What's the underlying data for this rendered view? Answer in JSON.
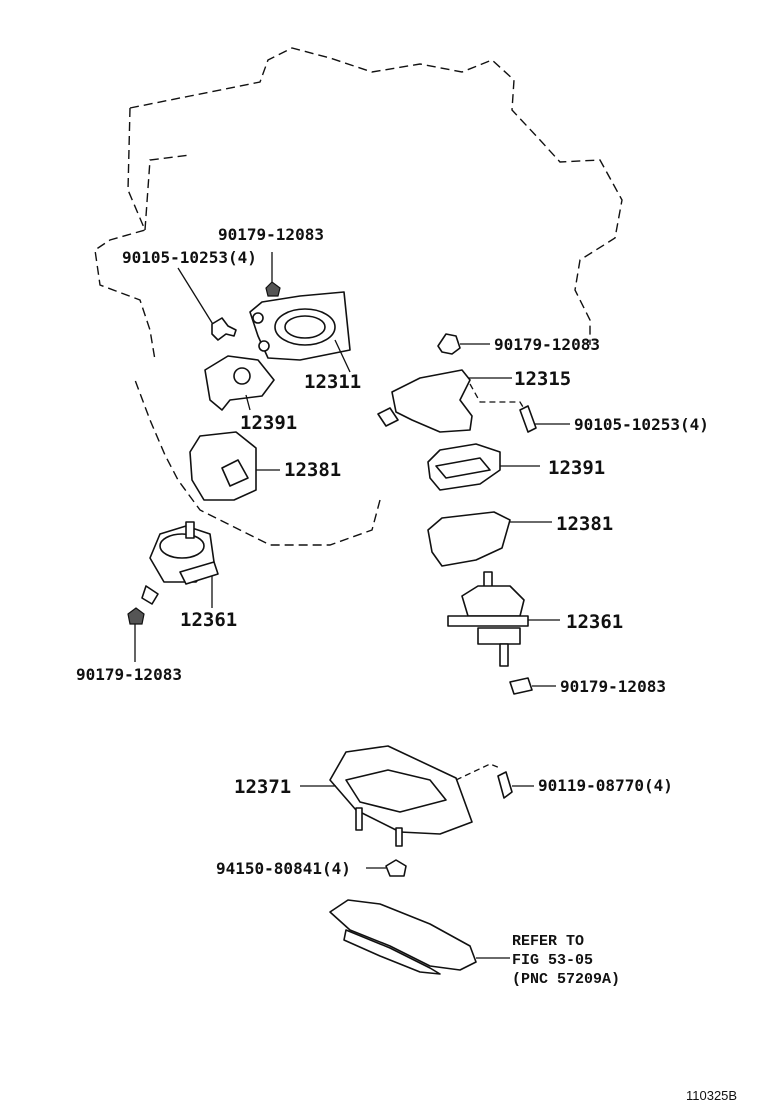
{
  "labels": {
    "p_90179_top": "90179-12083",
    "p_90105_left": "90105-10253(4)",
    "p_12311": "12311",
    "p_12391_left": "12391",
    "p_12381_left": "12381",
    "p_12361_left": "12361",
    "p_90179_left": "90179-12083",
    "p_90179_right": "90179-12083",
    "p_12315": "12315",
    "p_90105_right": "90105-10253(4)",
    "p_12391_right": "12391",
    "p_12381_right": "12381",
    "p_12361_right": "12361",
    "p_90179_right_lower": "90179-12083",
    "p_12371": "12371",
    "p_90119": "90119-08770(4)",
    "p_94150": "94150-80841(4)"
  },
  "refer_note": {
    "line1": "REFER TO",
    "line2": "FIG 53-05",
    "line3": "(PNC 57209A)"
  },
  "figure_id": "110325B"
}
